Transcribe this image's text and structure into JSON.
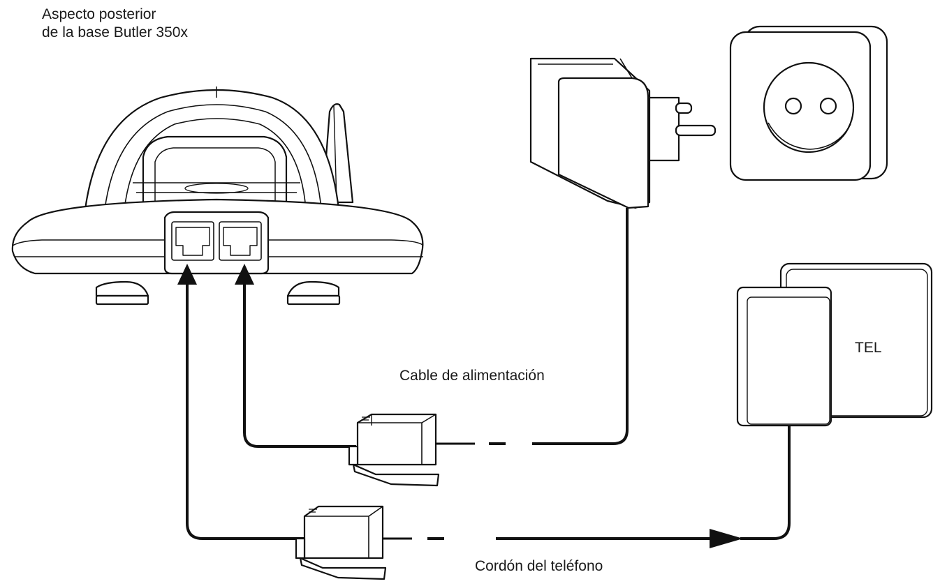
{
  "labels": {
    "title_line1": "Aspecto posterior",
    "title_line2": "de la base Butler 350x",
    "power_cable": "Cable de alimentación",
    "phone_cord": "Cordón del teléfono",
    "tel_socket": "TEL"
  },
  "colors": {
    "line": "#111111",
    "background": "#ffffff"
  },
  "icons": {
    "base_station": "phone-base-rear-icon",
    "power_adapter": "power-adapter-icon",
    "wall_outlet": "wall-outlet-icon",
    "tel_socket": "telephone-wall-socket-icon",
    "plug": "rj-plug-icon"
  }
}
